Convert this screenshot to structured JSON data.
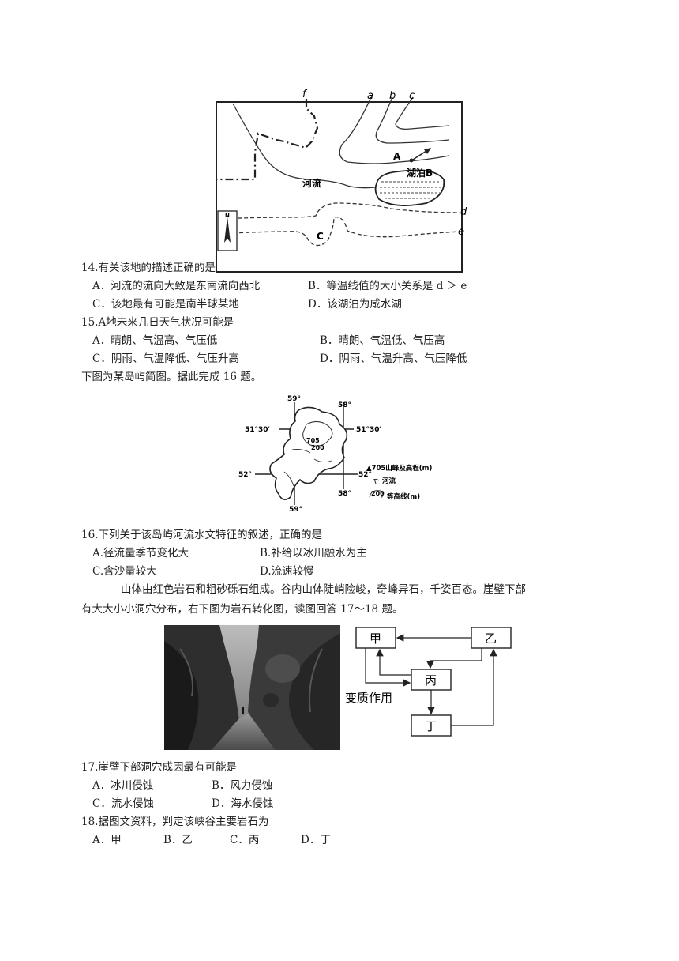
{
  "figure1": {
    "labels": {
      "f": "f",
      "a": "a",
      "b": "b",
      "c": "c",
      "d": "d",
      "e": "e",
      "point_A": "A",
      "point_C": "C",
      "lake": "湖泊B",
      "river": "河流",
      "north": "N"
    }
  },
  "q14": {
    "stem": "14.有关该地的描述正确的是",
    "A": "A．河流的流向大致是东南流向西北",
    "B": "B．等温线值的大小关系是 d ＞ e",
    "C": "C．该地最有可能是南半球某地",
    "D": "D．该湖泊为咸水湖"
  },
  "q15": {
    "stem": "15.A地未来几日天气状况可能是",
    "A": "A．晴朗、气温高、气压低",
    "B": "B．晴朗、气温低、气压高",
    "C": "C．阴雨、气温降低、气压升高",
    "D": "D．阴雨、气温升高、气压降低"
  },
  "intro16": "下图为某岛屿简图。据此完成 16 题。",
  "figure2": {
    "lat_top": "51°30′",
    "lat_bottom": "52°",
    "lon_left": "59°",
    "lon_right": "58°",
    "peak": "705",
    "contour": "200",
    "legend_peak": "▲705山峰及高程(m)",
    "legend_river": "河流",
    "legend_contour_value": "200",
    "legend_contour": "等高线(m)"
  },
  "q16": {
    "stem": "16.下列关于该岛屿河流水文特征的叙述，正确的是",
    "A": "A.径流量季节变化大",
    "B": "B.补给以冰川融水为主",
    "C": "C.含沙量较大",
    "D": "D.流速较慢"
  },
  "intro17": {
    "line1": "山体由红色岩石和粗砂砾石组成。谷内山体陡峭险峻，奇峰异石，千姿百态。崖壁下部",
    "line2": "有大大小小洞穴分布，右下图为岩石转化图，读图回答 17～18 题。"
  },
  "figure3": {
    "box_jia": "甲",
    "box_yi": "乙",
    "box_bing": "丙",
    "box_ding": "丁",
    "metamorphism": "变质作用"
  },
  "q17": {
    "stem": "17.崖壁下部洞穴成因最有可能是",
    "A": "A．冰川侵蚀",
    "B": "B．风力侵蚀",
    "C": "C．流水侵蚀",
    "D": "D．海水侵蚀"
  },
  "q18": {
    "stem": "18.据图文资料，判定该峡谷主要岩石为",
    "A": "A．甲",
    "B": "B．乙",
    "C": "C．丙",
    "D": "D．丁"
  }
}
